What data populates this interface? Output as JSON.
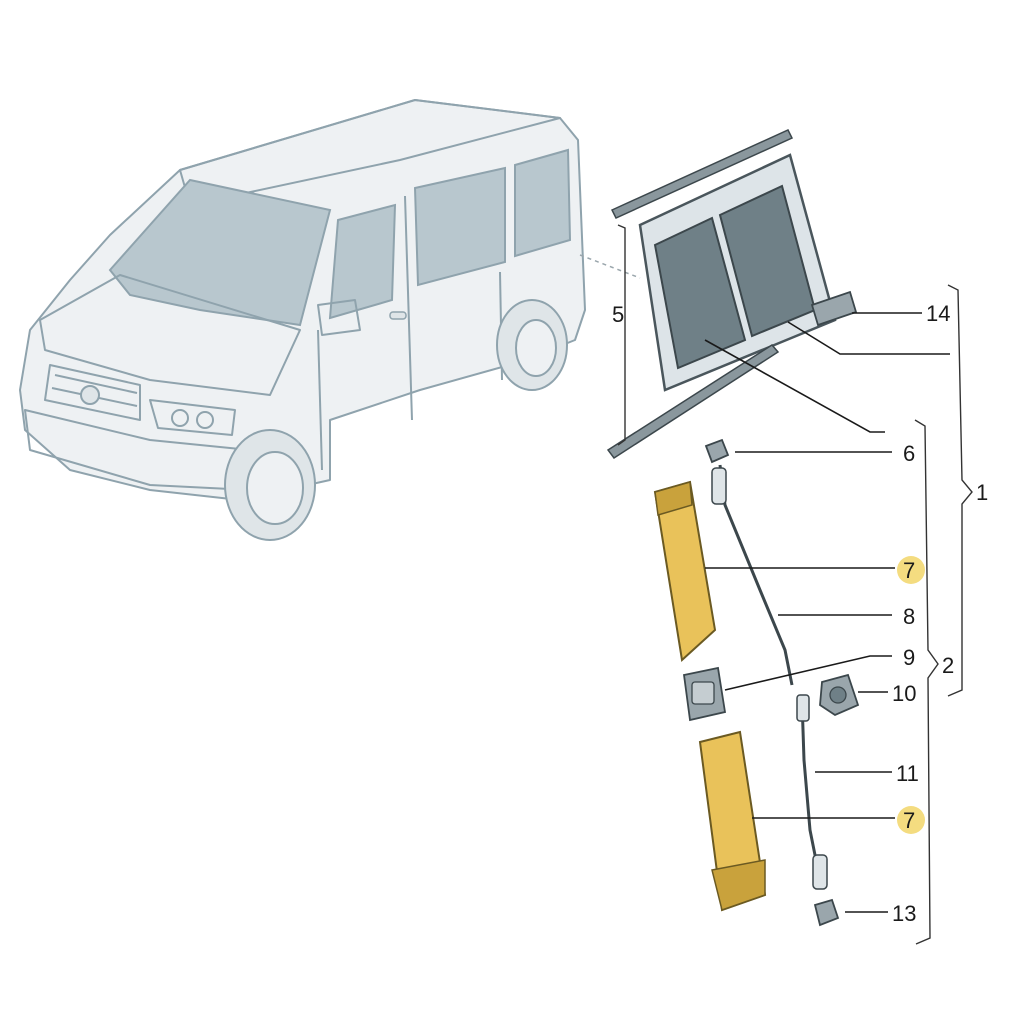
{
  "callouts": {
    "c1": "1",
    "c2": "2",
    "c5": "5",
    "c6": "6",
    "c7a": "7",
    "c7b": "7",
    "c8": "8",
    "c9": "9",
    "c10": "10",
    "c11": "11",
    "c13": "13",
    "c14": "14"
  },
  "colors": {
    "highlight": "#f4dc80",
    "part_yellow": "#e9c25a",
    "line": "#1a1a1a"
  }
}
